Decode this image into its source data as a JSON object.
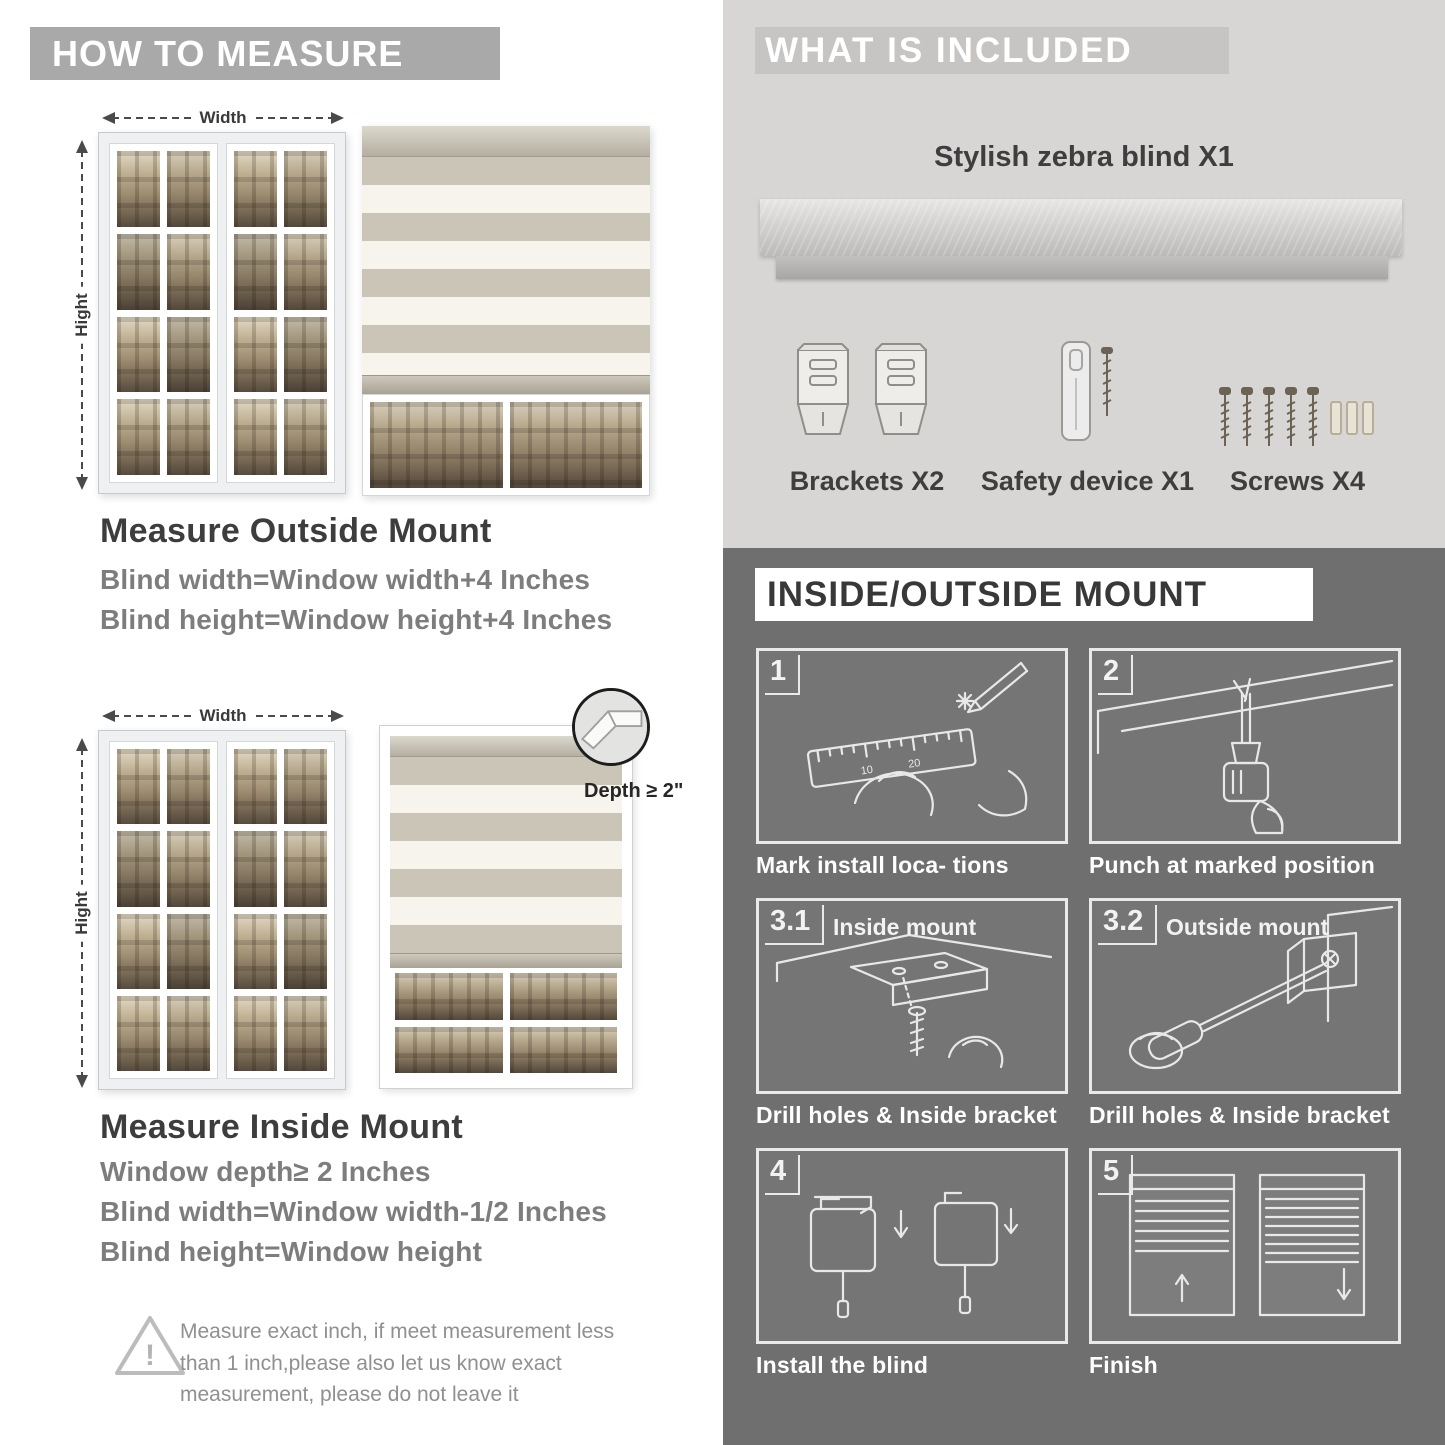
{
  "left": {
    "banner": "HOW TO MEASURE",
    "labels": {
      "width": "Width",
      "height": "Hight"
    },
    "outside": {
      "title": "Measure Outside Mount",
      "lines": [
        "Blind width=Window width+4 Inches",
        "Blind height=Window height+4 Inches"
      ]
    },
    "inside": {
      "title": "Measure Inside Mount",
      "depth_note": "Depth ≥ 2\"",
      "lines": [
        "Window depth≥ 2 Inches",
        "Blind width=Window width-1/2 Inches",
        "Blind height=Window height"
      ]
    },
    "warning": "Measure exact inch, if meet measurement less than 1 inch,please also let us know exact measurement, please do not leave it"
  },
  "right": {
    "included": {
      "banner": "WHAT IS INCLUDED",
      "product": "Stylish zebra blind X1",
      "items": [
        {
          "label": "Brackets X2"
        },
        {
          "label": "Safety device X1"
        },
        {
          "label": "Screws X4"
        }
      ]
    },
    "mount": {
      "banner": "INSIDE/OUTSIDE MOUNT",
      "steps": [
        {
          "num": "1",
          "caption": "Mark install loca- tions"
        },
        {
          "num": "2",
          "caption": "Punch at  marked position"
        },
        {
          "num": "3.1",
          "label": "Inside mount",
          "caption": "Drill holes &  Inside bracket"
        },
        {
          "num": "3.2",
          "label": "Outside mount",
          "caption": "Drill holes &  Inside bracket"
        },
        {
          "num": "4",
          "caption": "Install the blind"
        },
        {
          "num": "5",
          "caption": "Finish"
        }
      ]
    }
  }
}
